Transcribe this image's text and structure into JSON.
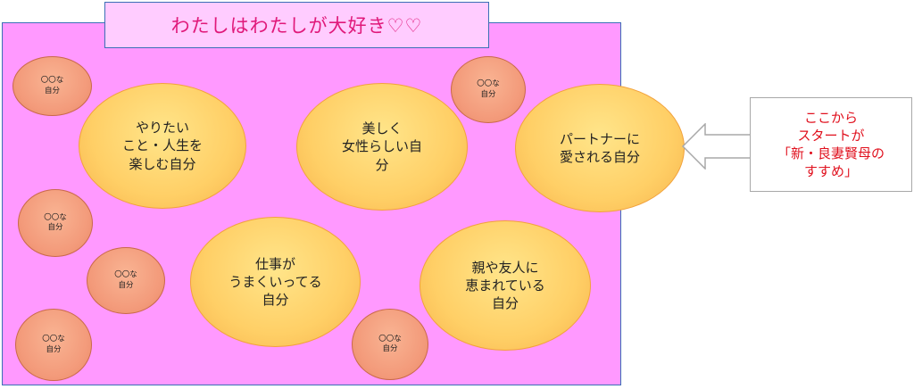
{
  "title": "わたしはわたしが大好き♡♡",
  "bubbles": {
    "yaritai": "やりたい\nこと・人生を\n楽しむ自分",
    "utsukushiku": "美しく\n女性らしい自\n分",
    "partner": "パートナーに\n愛される自分",
    "shigoto": "仕事が\nうまくいってる\n自分",
    "shinyuu": "親や友人に\n恵まれている\n自分"
  },
  "small_bubble_label": "〇〇な\n自分",
  "start_note": "ここから\nスタートが\n「新・良妻賢母の\nすすめ」"
}
